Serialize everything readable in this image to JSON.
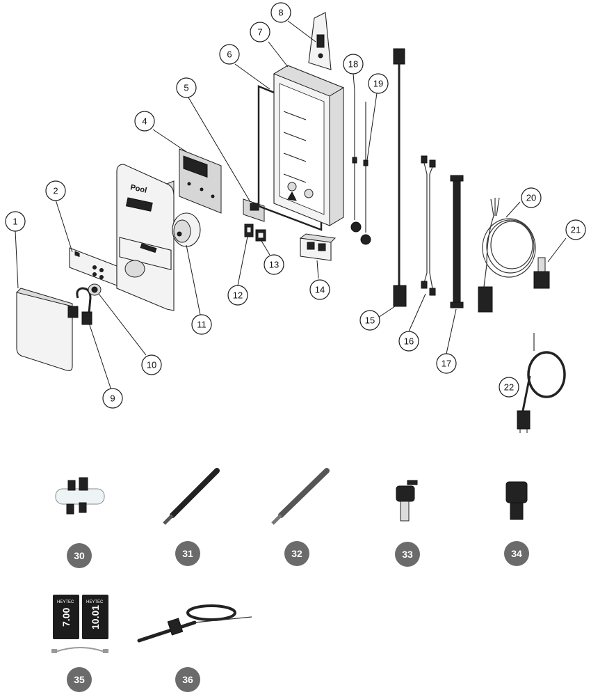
{
  "brand_text": "Pool",
  "pouch_brand": "HEYTEC",
  "pouch_values": [
    "7.00",
    "10.01"
  ],
  "callouts": [
    {
      "id": "1",
      "label": "1"
    },
    {
      "id": "2",
      "label": "2"
    },
    {
      "id": "4",
      "label": "4"
    },
    {
      "id": "5",
      "label": "5"
    },
    {
      "id": "6",
      "label": "6"
    },
    {
      "id": "7",
      "label": "7"
    },
    {
      "id": "8",
      "label": "8"
    },
    {
      "id": "9",
      "label": "9"
    },
    {
      "id": "10",
      "label": "10"
    },
    {
      "id": "11",
      "label": "11"
    },
    {
      "id": "12",
      "label": "12"
    },
    {
      "id": "13",
      "label": "13"
    },
    {
      "id": "14",
      "label": "14"
    },
    {
      "id": "15",
      "label": "15"
    },
    {
      "id": "16",
      "label": "16"
    },
    {
      "id": "17",
      "label": "17"
    },
    {
      "id": "18",
      "label": "18"
    },
    {
      "id": "19",
      "label": "19"
    },
    {
      "id": "20",
      "label": "20"
    },
    {
      "id": "21",
      "label": "21"
    },
    {
      "id": "22",
      "label": "22"
    }
  ],
  "badges": [
    {
      "id": "30",
      "label": "30"
    },
    {
      "id": "31",
      "label": "31"
    },
    {
      "id": "32",
      "label": "32"
    },
    {
      "id": "33",
      "label": "33"
    },
    {
      "id": "34",
      "label": "34"
    },
    {
      "id": "35",
      "label": "35"
    },
    {
      "id": "36",
      "label": "36"
    }
  ]
}
